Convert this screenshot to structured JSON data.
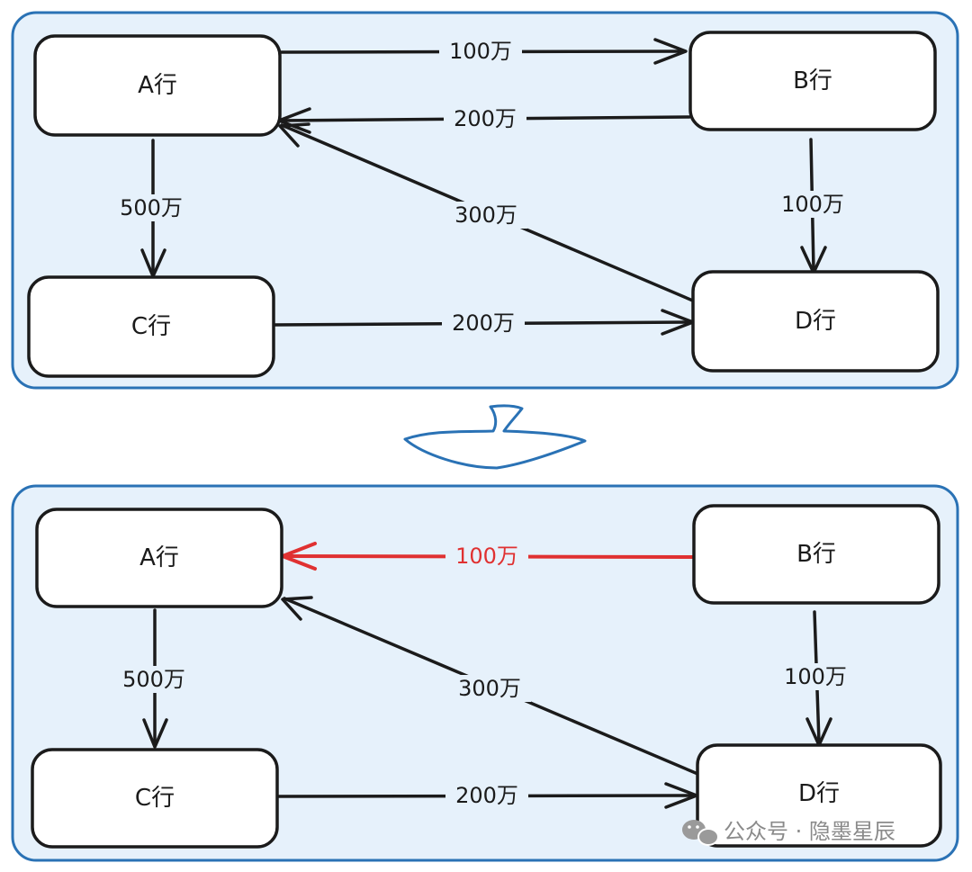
{
  "top": {
    "nodes": {
      "a": "A行",
      "b": "B行",
      "c": "C行",
      "d": "D行"
    },
    "edges": {
      "a_to_b": "100万",
      "b_to_a": "200万",
      "a_to_c": "500万",
      "d_to_a": "300万",
      "b_to_d": "100万",
      "c_to_d": "200万"
    }
  },
  "bottom": {
    "nodes": {
      "a": "A行",
      "b": "B行",
      "c": "C行",
      "d": "D行"
    },
    "edges": {
      "b_to_a": "100万",
      "a_to_c": "500万",
      "d_to_a": "300万",
      "b_to_d": "100万",
      "c_to_d": "200万"
    }
  },
  "colors": {
    "panel_fill": "#e6f1fb",
    "panel_border": "#2a72b5",
    "highlight": "#e03131"
  },
  "watermark": "公众号 · 隐墨星辰"
}
